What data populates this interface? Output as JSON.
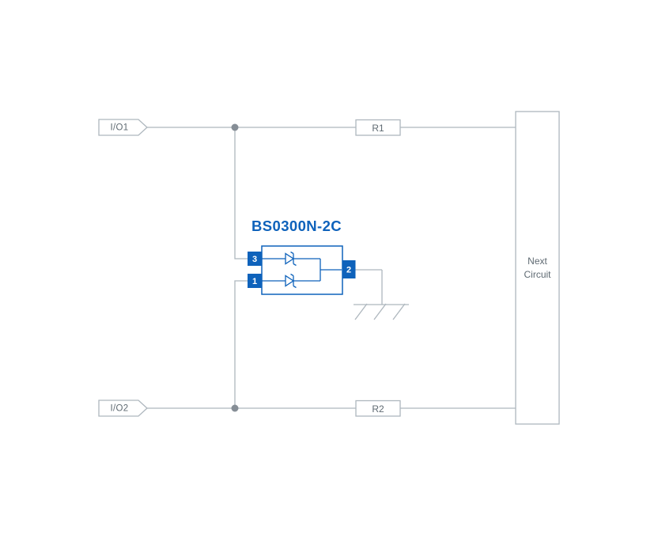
{
  "labels": {
    "io1": "I/O1",
    "io2": "I/O2",
    "r1": "R1",
    "r2": "R2",
    "next_circuit_line1": "Next",
    "next_circuit_line2": "Circuit"
  },
  "component": {
    "label": "BS0300N-2C",
    "pin_top_left": "3",
    "pin_bottom_left": "1",
    "pin_right": "2"
  },
  "colors": {
    "wire_gray": "#aeb7be",
    "label_gray": "#5f6a72",
    "accent_blue": "#0e62bb",
    "junction_gray": "#868e96",
    "background": "#ffffff"
  }
}
